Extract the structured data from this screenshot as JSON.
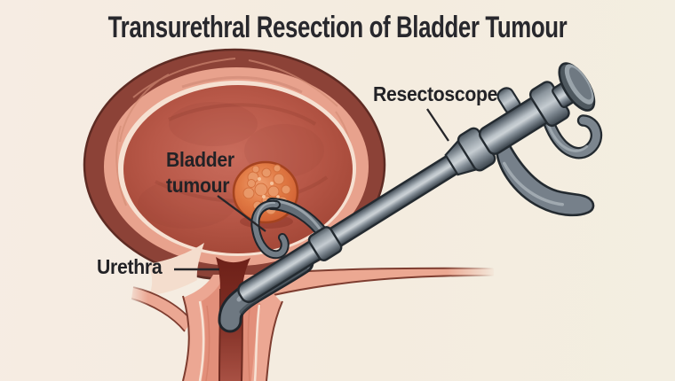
{
  "title": "Transurethral Resection of Bladder Tumour",
  "labels": {
    "resectoscope": "Resectoscope",
    "bladder_tumour": "Bladder tumour",
    "urethra": "Urethra"
  },
  "colors": {
    "background": "#f4ecdf",
    "title_text": "#28282d",
    "label_text": "#222226",
    "bladder_outer_wall": "#8c4237",
    "bladder_muscle_pink": "#e8a28d",
    "bladder_lining_pale": "#f6e1d2",
    "bladder_interior": "#b85848",
    "tumour_orange": "#e07a44",
    "urethra_lumen": "#7f2e24",
    "instrument_steel": "#8a949c",
    "outline_dark": "#232a30"
  }
}
